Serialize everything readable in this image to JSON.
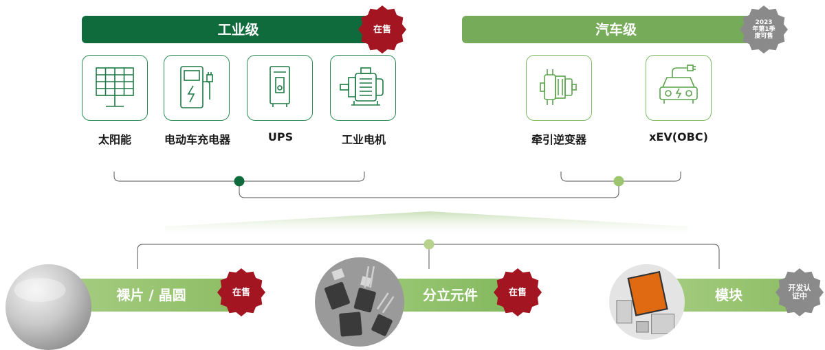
{
  "banners": {
    "industrial": "工业级",
    "automotive": "汽车级"
  },
  "badges": {
    "industrial": "在售",
    "automotive": [
      "2023",
      "年第1季",
      "度可售"
    ],
    "wafer": "在售",
    "discrete": "在售",
    "module": [
      "开发认",
      "证中"
    ]
  },
  "industrial_apps": [
    {
      "label": "太阳能",
      "icon": "solar-panel-icon"
    },
    {
      "label": "电动车充电器",
      "icon": "ev-charger-icon"
    },
    {
      "label": "UPS",
      "icon": "ups-icon"
    },
    {
      "label": "工业电机",
      "icon": "industrial-motor-icon"
    }
  ],
  "automotive_apps": [
    {
      "label": "牵引逆变器",
      "icon": "traction-motor-icon"
    },
    {
      "label": "xEV(OBC)",
      "icon": "electric-car-icon"
    }
  ],
  "products": {
    "wafer": "裸片 / 晶圆",
    "discrete": "分立元件",
    "module": "模块"
  },
  "colors": {
    "dark_green": "#0f6a3c",
    "light_green": "#76ab5a",
    "badge_red": "#a31520",
    "badge_gray": "#8a8a8a"
  }
}
